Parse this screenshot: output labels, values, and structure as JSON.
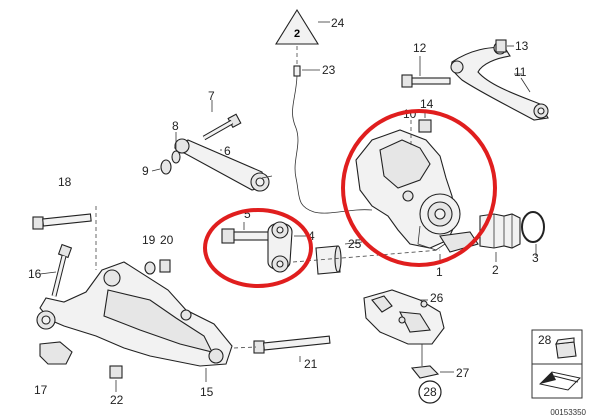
{
  "callouts": {
    "c1": "1",
    "c2": "2",
    "c3": "3",
    "c4": "4",
    "c5": "5",
    "c6": "6",
    "c7": "7",
    "c8": "8",
    "c9": "9",
    "c10": "10",
    "c11": "11",
    "c12": "12",
    "c13": "13",
    "c14": "14",
    "c15": "15",
    "c16": "16",
    "c17": "17",
    "c18": "18",
    "c19": "19",
    "c20": "20",
    "c21": "21",
    "c22": "22",
    "c23": "23",
    "c24": "24",
    "c25": "25",
    "c26": "26",
    "c27": "27",
    "c28": "28",
    "c28box": "28"
  },
  "warning_tag": "2",
  "reference_number": "00153350",
  "highlight_color": "#e01e1e"
}
